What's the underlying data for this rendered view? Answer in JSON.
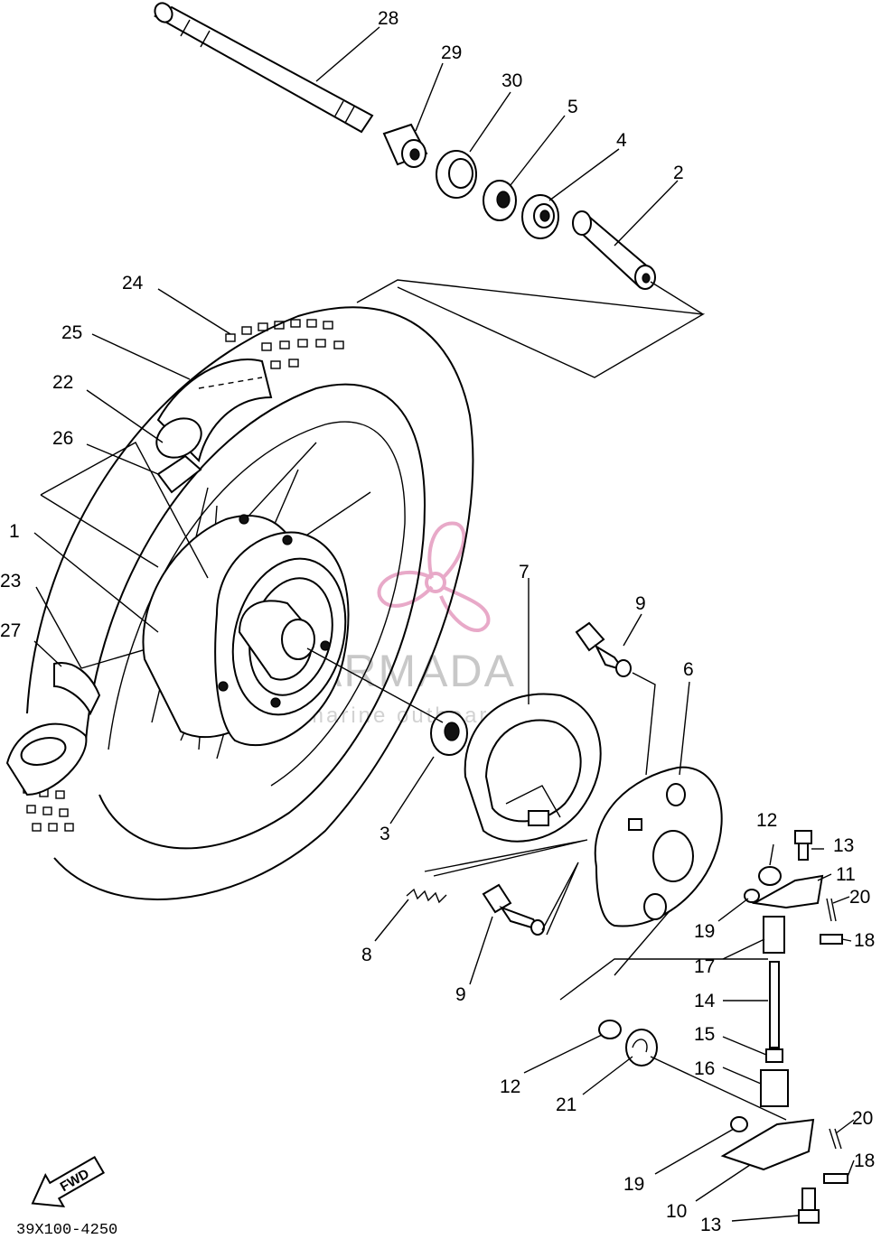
{
  "diagram": {
    "part_labels": [
      "1",
      "2",
      "3",
      "4",
      "5",
      "6",
      "7",
      "8",
      "9",
      "9",
      "10",
      "11",
      "12",
      "12",
      "13",
      "13",
      "14",
      "15",
      "16",
      "17",
      "18",
      "18",
      "19",
      "19",
      "20",
      "20",
      "21",
      "22",
      "23",
      "24",
      "25",
      "26",
      "27",
      "28",
      "29",
      "30"
    ],
    "drawing_code": "39X100-4250",
    "direction_arrow_text": "FWD",
    "colors": {
      "line": "#000000",
      "background": "#ffffff",
      "watermark_logo": "#e8a9c8",
      "watermark_text": "#c8c8c8"
    }
  },
  "watermark": {
    "title": "ARMADA",
    "subtitle": "marine outboard",
    "icon": "propeller-logo-icon"
  }
}
